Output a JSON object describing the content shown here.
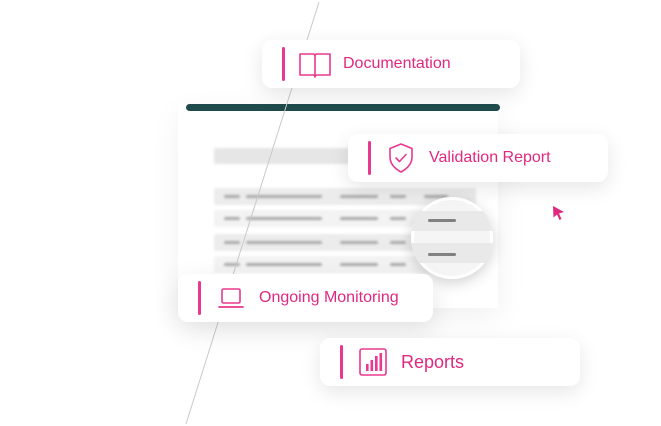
{
  "cards": {
    "documentation": {
      "label": "Documentation",
      "icon": "book-icon"
    },
    "validation_report": {
      "label": "Validation Report",
      "icon": "shield-check-icon"
    },
    "ongoing_monitoring": {
      "label": "Ongoing Monitoring",
      "icon": "laptop-icon"
    },
    "reports": {
      "label": "Reports",
      "icon": "bar-chart-icon"
    }
  },
  "colors": {
    "accent": "#e8388f",
    "label": "#e0287f",
    "topbar": "#1f4b4c",
    "row": "#ececec"
  }
}
